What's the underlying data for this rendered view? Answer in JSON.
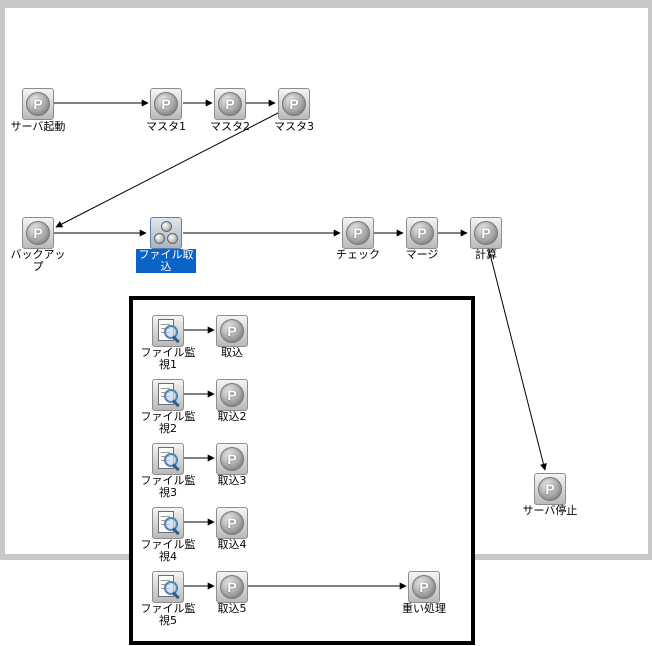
{
  "colors": {
    "frame": "#c8c8c8",
    "selection": "#0a64c8",
    "edge": "#000000",
    "group_border": "#000000"
  },
  "icons": {
    "job": "p-icon",
    "job_group": "job-group-icon",
    "file_monitor": "file-monitor-icon"
  },
  "jobs": {
    "server_start": "サーバ起動",
    "master1": "マスタ1",
    "master2": "マスタ2",
    "master3": "マスタ3",
    "backup": "バックアップ",
    "file_import": "ファイル取込",
    "check": "チェック",
    "merge": "マージ",
    "calc": "計算",
    "server_stop": "サーバ停止",
    "monitor1": "ファイル監視1",
    "import1": "取込",
    "monitor2": "ファイル監視2",
    "import2": "取込2",
    "monitor3": "ファイル監視3",
    "import3": "取込3",
    "monitor4": "ファイル監視4",
    "import4": "取込4",
    "monitor5": "ファイル監視5",
    "import5": "取込5",
    "heavy": "重い処理"
  },
  "selected_job": "ファイル取込"
}
